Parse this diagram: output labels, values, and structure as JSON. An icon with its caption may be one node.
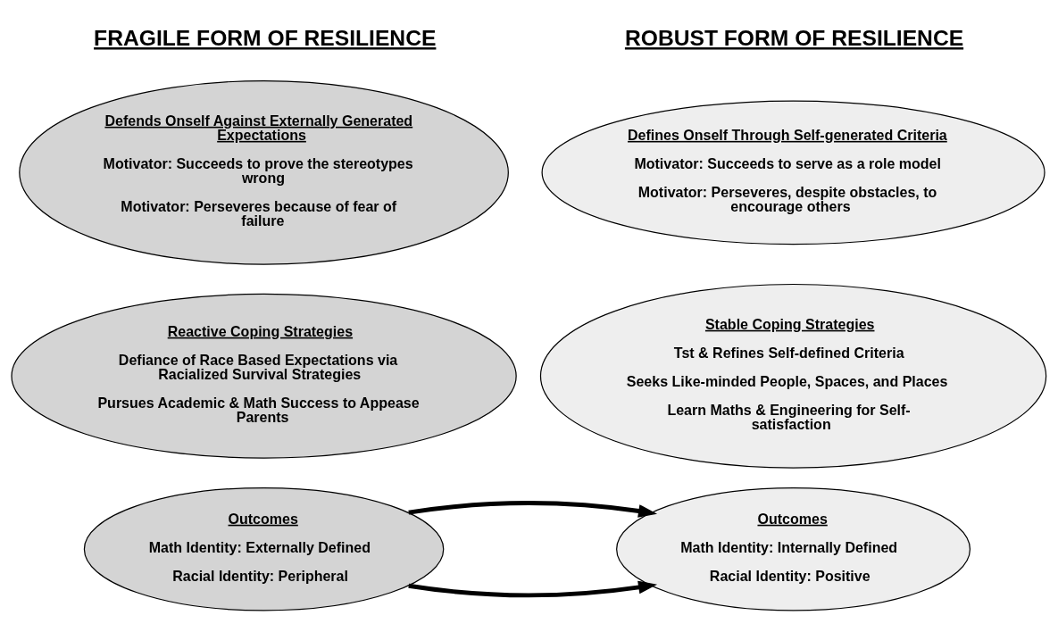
{
  "diagram": {
    "nodes": [
      {
        "text": [
          "Defends Onself Against Externally Generated Expectations",
          "Motivator: Succeeds to prove the stereotypes wrong",
          "Motivator: Perseveres because of fear of failure"
        ]
      },
      {
        "text": [
          "Defines Onself Through Self-generated Criteria",
          "Motivator: Succeeds to serve as a role model",
          "Motivator: Perseveres, despite obstacles, to encourage others"
        ]
      },
      {
        "text": [
          "Reactive Coping Strategies",
          "Defiance of Race Based Expectations via Racialized Survival Strategies",
          "Pursues Academic & Math Success to Appease Parents"
        ]
      },
      {
        "text": [
          "Stable Coping Strategies",
          "Tst & Refines Self-defined Criteria",
          "Seeks Like-minded People, Spaces, and Places",
          "Learn Maths & Engineering for Self-satisfaction"
        ]
      },
      {
        "text": [
          "Outcomes",
          "Math Identity: Externally Defined",
          "Racial Identity: Peripheral"
        ]
      },
      {
        "text": [
          "Outcomes",
          "Math Identity: Internally Defined",
          "Racial Identity: Positive"
        ]
      }
    ],
    "edges": [
      {
        "from": 4,
        "to": 5,
        "arrow": "to"
      },
      {
        "from": 4,
        "to": 5,
        "arrow": "to"
      }
    ],
    "labels": [
      "FRAGILE FORM OF RESILIENCE",
      "ROBUST FORM OF RESILIENCE"
    ]
  }
}
